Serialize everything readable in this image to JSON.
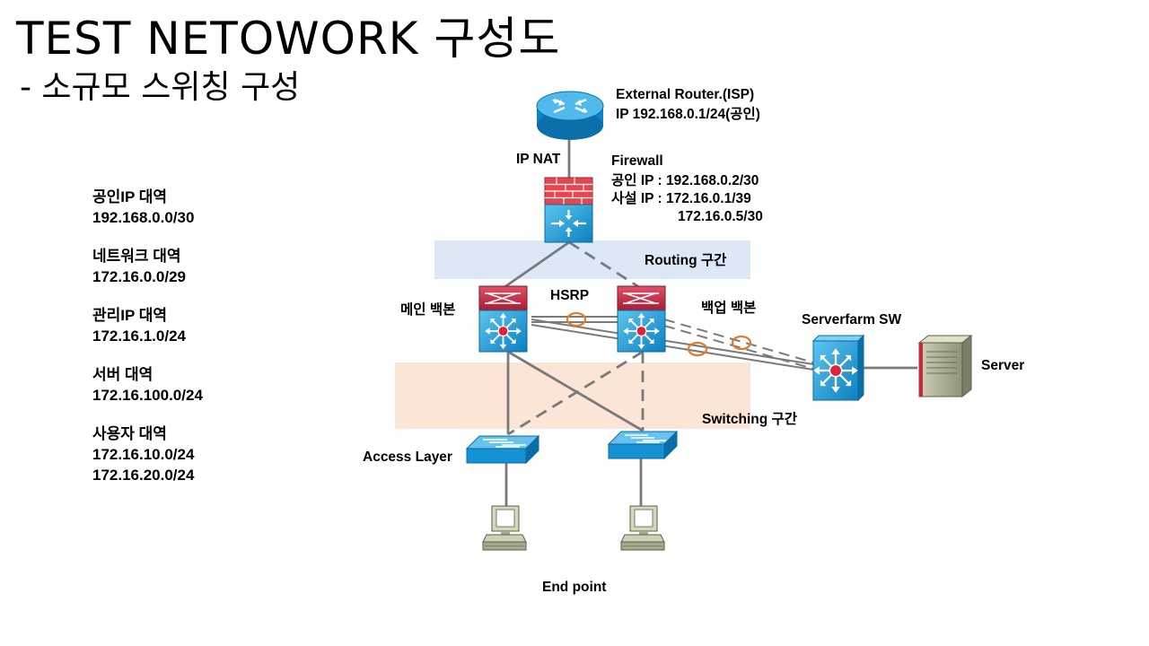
{
  "page": {
    "title": "TEST NETOWORK 구성도",
    "subtitle": "- 소규모 스위칭 구성"
  },
  "ranges": [
    {
      "label": "공인IP 대역",
      "values": [
        "192.168.0.0/30"
      ]
    },
    {
      "label": "네트워크 대역",
      "values": [
        "172.16.0.0/29"
      ]
    },
    {
      "label": "관리IP 대역",
      "values": [
        "172.16.1.0/24"
      ]
    },
    {
      "label": "서버 대역",
      "values": [
        "172.16.100.0/24"
      ]
    },
    {
      "label": "사용자 대역",
      "values": [
        "172.16.10.0/24",
        "172.16.20.0/24"
      ]
    }
  ],
  "labels": {
    "router_name": "External Router.(ISP)",
    "router_ip": "IP 192.168.0.1/24(공인)",
    "ip_nat": "IP NAT",
    "firewall_name": "Firewall",
    "firewall_public": "공인 IP : 192.168.0.2/30",
    "firewall_private": "사설 IP : 172.16.0.1/39",
    "firewall_private2": "172.16.0.5/30",
    "routing_zone": "Routing 구간",
    "hsrp": "HSRP",
    "main_backbone": "메인 백본",
    "backup_backbone": "백업 백본",
    "serverfarm_sw": "Serverfarm SW",
    "server": "Server",
    "switching_zone": "Switching 구간",
    "access_layer": "Access Layer",
    "end_point": "End point"
  },
  "colors": {
    "routing_zone": "#dce8f5",
    "switching_zone": "#fbe5d6",
    "device_blue": "#1f9fd9",
    "device_red": "#c8283c",
    "firewall_brick": "#e8454f",
    "link": "#7a7a7a",
    "hsrp_ring": "#e57a2b"
  },
  "icons": [
    "router-icon",
    "firewall-icon",
    "multilayer-switch-icon",
    "workgroup-switch-icon",
    "server-icon",
    "pc-icon"
  ]
}
